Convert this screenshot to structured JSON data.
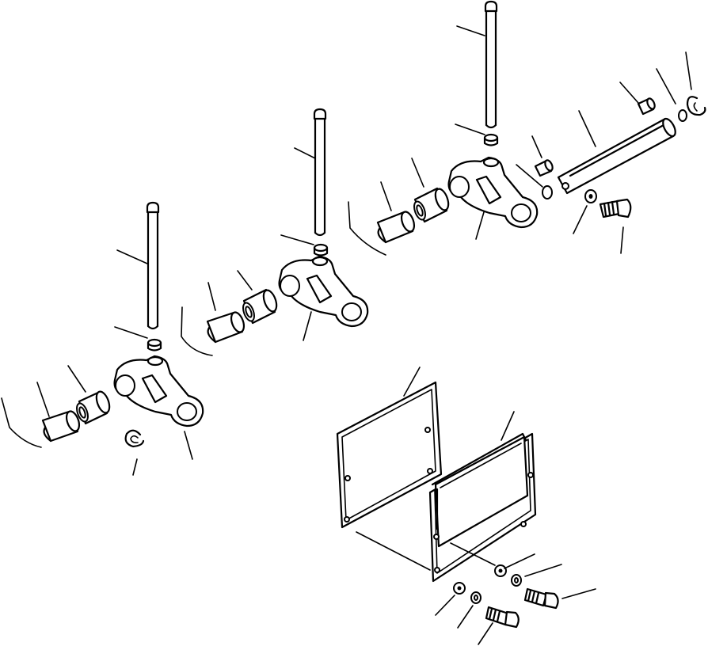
{
  "figure": {
    "kind": "exploded-parts-diagram",
    "callout_labels": []
  },
  "colors": {
    "line": "#000000",
    "background": "#ffffff"
  },
  "parts": [
    "push-rod",
    "push-rod-cap",
    "shaft",
    "collar",
    "bushing",
    "rocker-arm",
    "snap-ring",
    "pin",
    "link-rod",
    "washer",
    "bolt",
    "gasket",
    "cover-plate"
  ]
}
